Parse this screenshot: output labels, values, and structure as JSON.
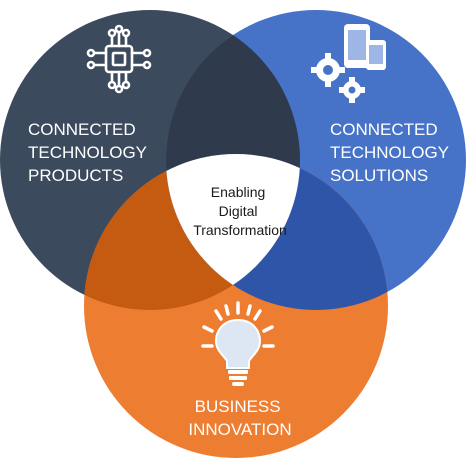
{
  "diagram": {
    "circles": {
      "products": {
        "label_lines": [
          "CONNECTED",
          "TECHNOLOGY",
          "PRODUCTS"
        ],
        "icon": "circuit-chip-icon",
        "color": "#3c4a5e"
      },
      "solutions": {
        "label_lines": [
          "CONNECTED",
          "TECHNOLOGY",
          "SOLUTIONS"
        ],
        "icon": "devices-gears-icon",
        "color": "#4673c8"
      },
      "innovation": {
        "label_lines": [
          "BUSINESS",
          "INNOVATION"
        ],
        "icon": "lightbulb-icon",
        "color": "#ed7d31"
      }
    },
    "overlaps": {
      "products_solutions": "#2f3a4c",
      "products_innovation": "#c55a11",
      "solutions_innovation": "#2f55a8"
    },
    "center": {
      "label_lines": [
        "Enabling",
        "Digital",
        "Transformation"
      ],
      "color": "#ffffff"
    }
  }
}
